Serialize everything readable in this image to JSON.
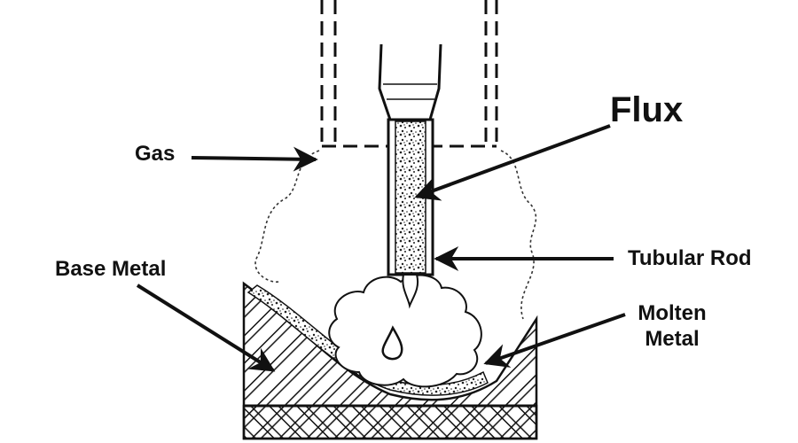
{
  "labels": {
    "flux": "Flux",
    "gas": "Gas",
    "tubular_rod": "Tubular Rod",
    "base_metal": "Base Metal",
    "molten_metal_line1": "Molten",
    "molten_metal_line2": "Metal"
  },
  "colors": {
    "ink": "#111111",
    "background": "#ffffff"
  }
}
